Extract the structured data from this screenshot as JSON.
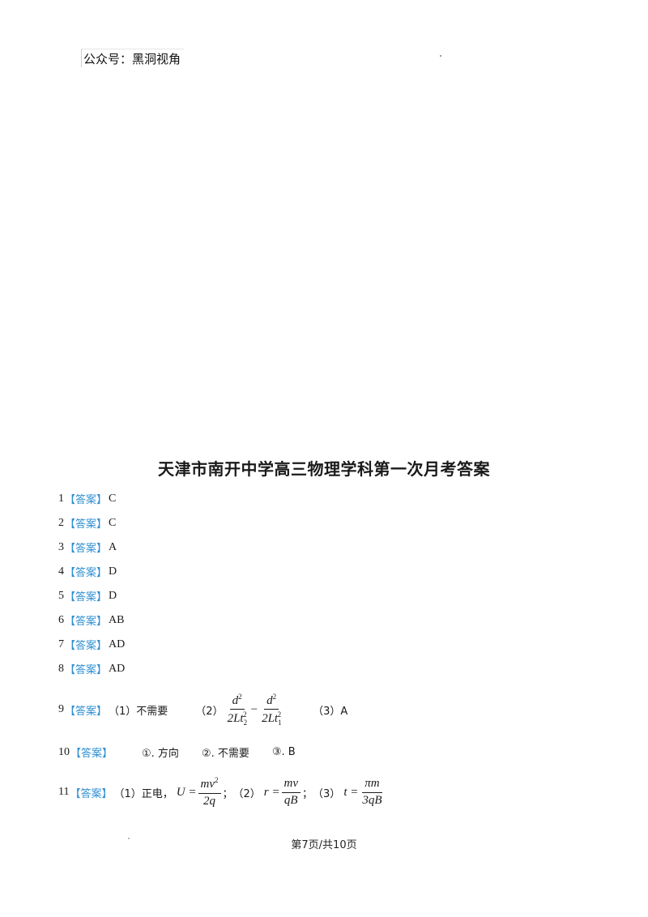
{
  "header": {
    "watermark": "公众号：黑洞视角"
  },
  "title": "天津市南开中学高三物理学科第一次月考答案",
  "answer_tag": "【答案】",
  "answers": [
    {
      "num": "1",
      "value": "C"
    },
    {
      "num": "2",
      "value": "C"
    },
    {
      "num": "3",
      "value": "A"
    },
    {
      "num": "4",
      "value": "D"
    },
    {
      "num": "5",
      "value": "D"
    },
    {
      "num": "6",
      "value": "AB"
    },
    {
      "num": "7",
      "value": "AD"
    },
    {
      "num": "8",
      "value": "AD"
    }
  ],
  "q9": {
    "num": "9",
    "part1": "（1）不需要",
    "part2": "（2）",
    "frac1_num": "d",
    "frac1_den": "2Lt",
    "frac1_den_sub": "2",
    "frac2_num": "d",
    "frac2_den": "2Lt",
    "frac2_den_sub": "1",
    "sq": "2",
    "minus": "−",
    "part3": "（3）A"
  },
  "q10": {
    "num": "10",
    "part1": "①. 方向",
    "part2": "②. 不需要",
    "part3": "③. B"
  },
  "q11": {
    "num": "11",
    "part1": "（1）正电，",
    "u_lhs": "U =",
    "u_num": "mv",
    "u_den": "2q",
    "sep1": "；",
    "part2": "（2）",
    "r_lhs": "r =",
    "r_num": "mv",
    "r_den": "qB",
    "sep2": "；",
    "part3": "（3）",
    "t_lhs": "t =",
    "t_num": "πm",
    "t_den": "3qB"
  },
  "footer": {
    "page": "第7页/共10页"
  }
}
